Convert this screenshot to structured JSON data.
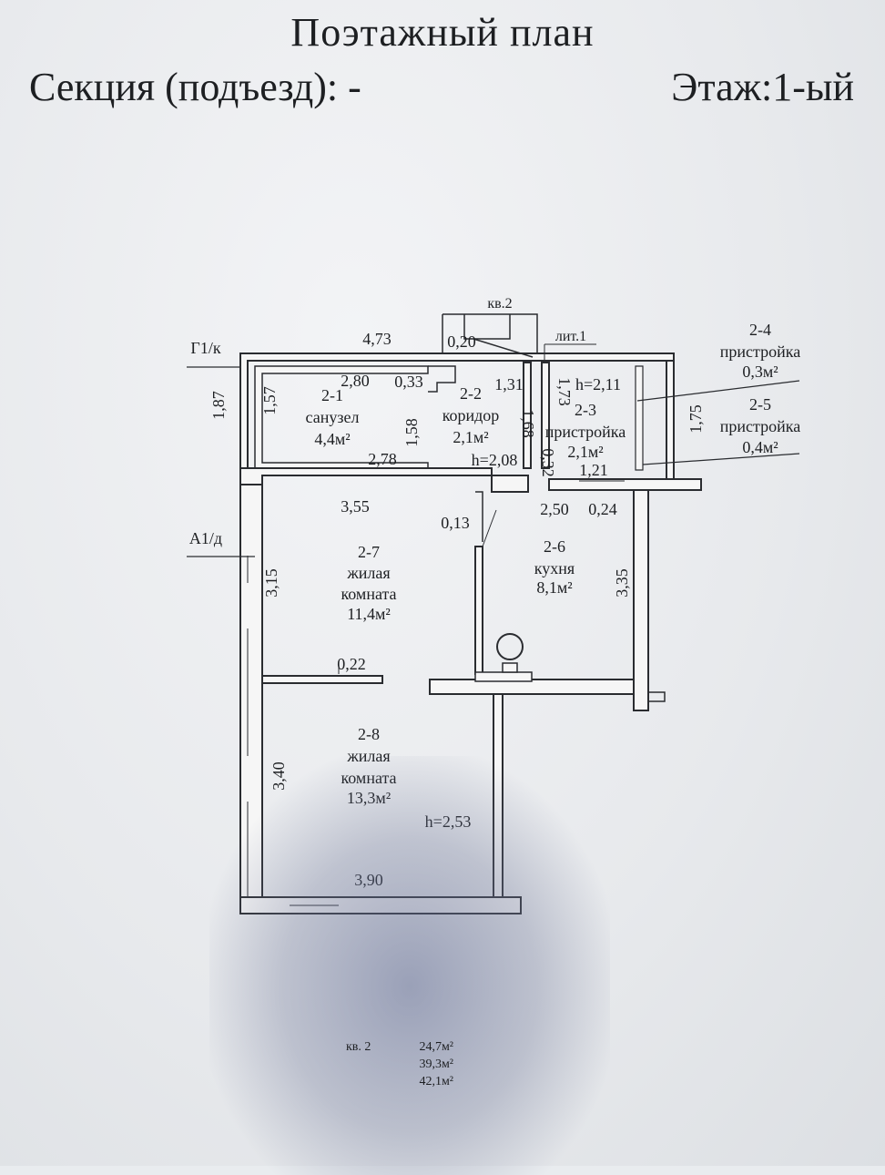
{
  "header": {
    "title": "Поэтажный план",
    "section": "Секция (подъезд): -",
    "floor": "Этаж:1-ый"
  },
  "plan": {
    "markers": {
      "g1k": "Г1/к",
      "a1d": "А1/д",
      "apt_label": "кв.2",
      "lit": "лит.1"
    },
    "rooms": {
      "r21": {
        "num": "2-1",
        "name": "санузел",
        "area": "4,4м²"
      },
      "r22": {
        "num": "2-2",
        "name": "коридор",
        "area": "2,1м²"
      },
      "r23": {
        "num": "2-3",
        "name": "пристройка",
        "area": "2,1м²"
      },
      "r24": {
        "num": "2-4",
        "name": "пристройка",
        "area": "0,3м²"
      },
      "r25": {
        "num": "2-5",
        "name": "пристройка",
        "area": "0,4м²"
      },
      "r26": {
        "num": "2-6",
        "name": "кухня",
        "area": "8,1м²"
      },
      "r27": {
        "num": "2-7",
        "name1": "жилая",
        "name2": "комната",
        "area": "11,4м²"
      },
      "r28": {
        "num": "2-8",
        "name1": "жилая",
        "name2": "комната",
        "area": "13,3м²"
      }
    },
    "dims": {
      "d473": "4,73",
      "d020": "0,20",
      "d280": "2,80",
      "d033": "0,33",
      "d131": "1,31",
      "d211": "h=2,11",
      "d187": "1,87",
      "d157": "1,57",
      "d158": "1,58",
      "d168": "1,68",
      "d173": "1,73",
      "d175": "1,75",
      "d278": "2,78",
      "d208": "h=2,08",
      "d032": "0,32",
      "d121": "1,21",
      "d355": "3,55",
      "d250": "2,50",
      "d024": "0,24",
      "d013": "0,13",
      "d315": "3,15",
      "d335": "3,35",
      "d022": "0,22",
      "d340": "3,40",
      "d253": "h=2,53",
      "d390": "3,90"
    }
  },
  "summary": {
    "label": "кв. 2",
    "values": [
      "24,7м²",
      "39,3м²",
      "42,1м²"
    ]
  }
}
